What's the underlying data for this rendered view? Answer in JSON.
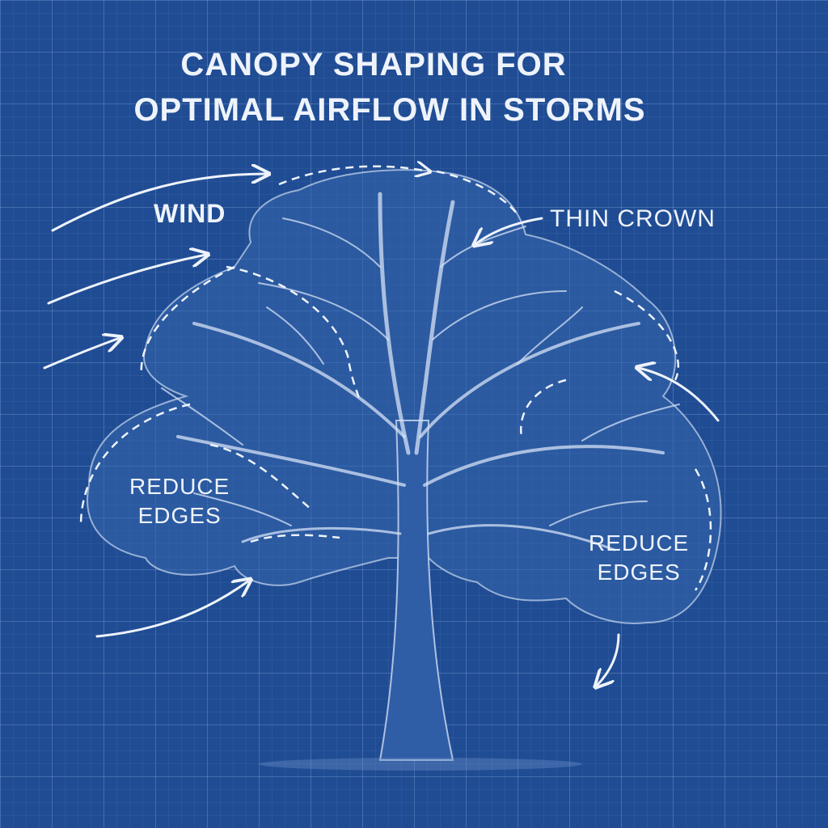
{
  "title": {
    "line1": "CANOPY SHAPING FOR",
    "line2": "OPTIMAL AIRFLOW IN STORMS"
  },
  "labels": {
    "wind": "WIND",
    "thin_crown": "THIN CROWN",
    "reduce_edges_left": {
      "line1": "REDUCE",
      "line2": "EDGES"
    },
    "reduce_edges_right": {
      "line1": "REDUCE",
      "line2": "EDGES"
    }
  },
  "colors": {
    "background": "#1f4c93",
    "line": "#eef3fb",
    "canopy": "#3566ad"
  }
}
